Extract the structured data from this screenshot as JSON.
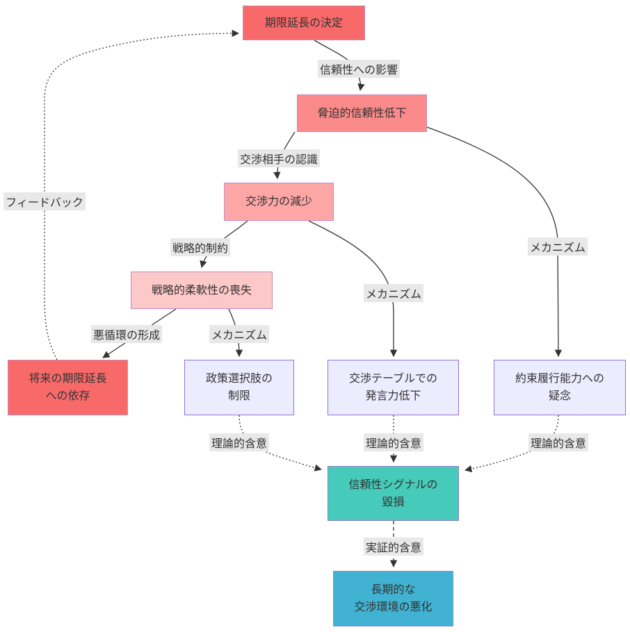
{
  "nodes": {
    "decision": {
      "lines": [
        "期限延長の決定"
      ]
    },
    "threat": {
      "lines": [
        "脅迫的信頼性低下"
      ]
    },
    "bargaining": {
      "lines": [
        "交渉力の減少"
      ]
    },
    "flexibility": {
      "lines": [
        "戦略的柔軟性の喪失"
      ]
    },
    "dependence": {
      "lines": [
        "将来の期限延長",
        "への依存"
      ]
    },
    "policy": {
      "lines": [
        "政策選択肢の",
        "制限"
      ]
    },
    "table": {
      "lines": [
        "交渉テーブルでの",
        "発言力低下"
      ]
    },
    "commitment": {
      "lines": [
        "約束履行能力への",
        "疑念"
      ]
    },
    "signal": {
      "lines": [
        "信頼性シグナルの",
        "毀損"
      ]
    },
    "longterm": {
      "lines": [
        "長期的な",
        "交渉環境の悪化"
      ]
    }
  },
  "edge_labels": {
    "credibility_impact": "信頼性への影響",
    "counterpart_perception": "交渉相手の認識",
    "strategic_constraint": "戦略的制約",
    "vicious_cycle": "悪循環の形成",
    "mechanism_1": "メカニズム",
    "mechanism_2": "メカニズム",
    "mechanism_3": "メカニズム",
    "theoretical_implication_1": "理論的含意",
    "theoretical_implication_2": "理論的含意",
    "theoretical_implication_3": "理論的含意",
    "empirical_implication": "実証的含意",
    "feedback": "フィードバック"
  },
  "colors": {
    "node_red": "#f8696a",
    "node_salmon": "#fb8a8a",
    "node_pink": "#fca6a6",
    "node_light_pink": "#fdc8c8",
    "node_lavender": "#ececff",
    "node_teal": "#46cbba",
    "node_blue": "#41b2d1",
    "border_purple": "#9370db",
    "edge_line": "#333333",
    "label_background": "#e8e8e8",
    "text": "#333333"
  }
}
